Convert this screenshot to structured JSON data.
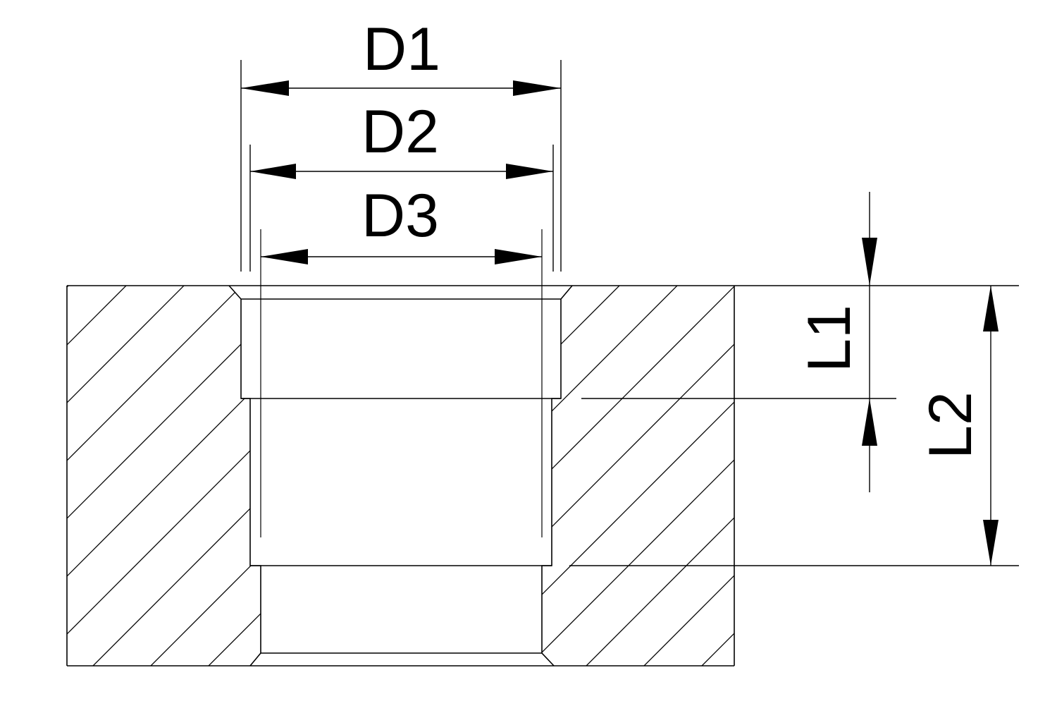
{
  "labels": {
    "d1": "D1",
    "d2": "D2",
    "d3": "D3",
    "l1": "L1",
    "l2": "L2"
  },
  "colors": {
    "line": "#000000",
    "background": "#ffffff"
  }
}
